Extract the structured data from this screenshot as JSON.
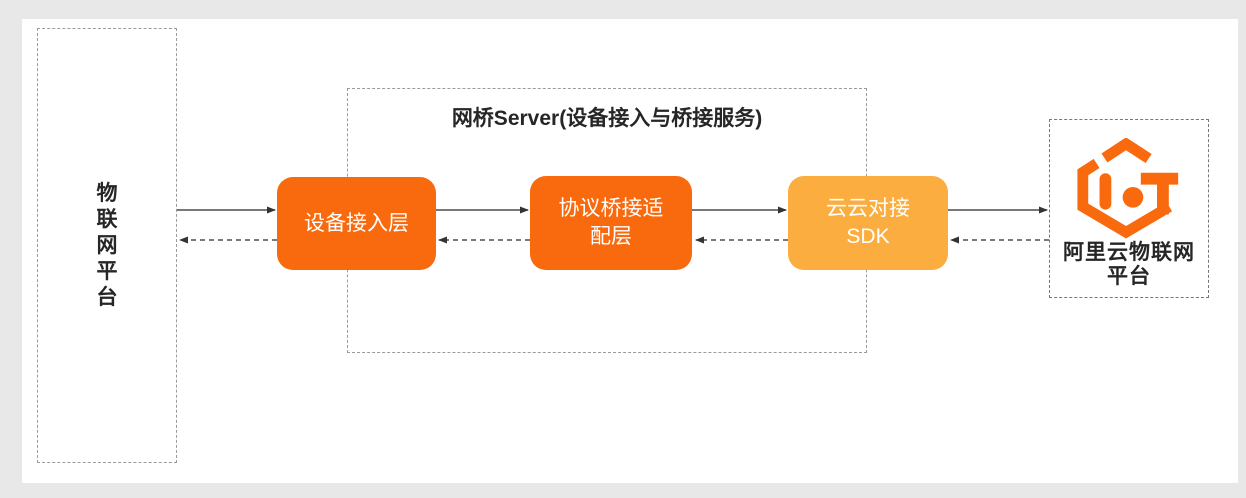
{
  "left_platform": {
    "label": "物联网平台"
  },
  "bridge_server": {
    "title": "网桥Server(设备接入与桥接服务)"
  },
  "nodes": {
    "device_access": {
      "line1": "设备接入层"
    },
    "protocol_bridge": {
      "line1": "协议桥接适",
      "line2": "配层"
    },
    "cloud_sdk": {
      "line1": "云云对接",
      "line2": "SDK"
    }
  },
  "aliyun_platform": {
    "line1": "阿里云物联网",
    "line2": "平台",
    "logo_icon": "aliyun-iot-hexagon-logo"
  },
  "colors": {
    "orange": "#F96A0E",
    "amber": "#FBAE3F",
    "arrow": "#4D4D4D",
    "arrowhead": "#333333",
    "text": "#262626",
    "border": "#9B9B9B",
    "border-dark": "#777777",
    "card": "#FFFFFF",
    "page": "#E8E8E8"
  }
}
